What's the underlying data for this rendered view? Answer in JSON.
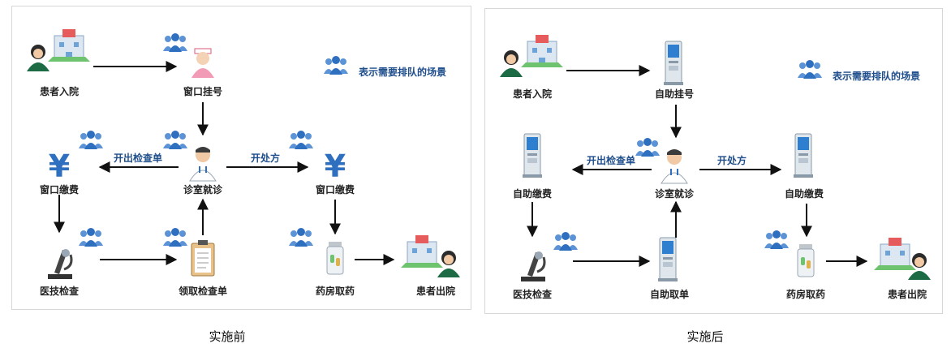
{
  "colors": {
    "accent": "#3a78c9",
    "arrow": "#111111",
    "edge_text": "#1f4e8c"
  },
  "before": {
    "caption": "实施前",
    "legend": "表示需要排队的场景",
    "nodes": {
      "admit": "患者入院",
      "register": "窗口挂号",
      "pay_left": "窗口缴费",
      "clinic": "诊室就诊",
      "pay_right": "窗口缴费",
      "exam": "医技检查",
      "report": "领取检查单",
      "pharmacy": "药房取药",
      "discharge": "患者出院"
    },
    "edges": {
      "order_test": "开出检查单",
      "prescribe": "开处方"
    }
  },
  "after": {
    "caption": "实施后",
    "legend": "表示需要排队的场景",
    "nodes": {
      "admit": "患者入院",
      "register": "自助挂号",
      "pay_left": "自助缴费",
      "clinic": "诊室就诊",
      "pay_right": "自助缴费",
      "exam": "医技检查",
      "report": "自助取单",
      "pharmacy": "药房取药",
      "discharge": "患者出院"
    },
    "edges": {
      "order_test": "开出检查单",
      "prescribe": "开处方"
    }
  }
}
